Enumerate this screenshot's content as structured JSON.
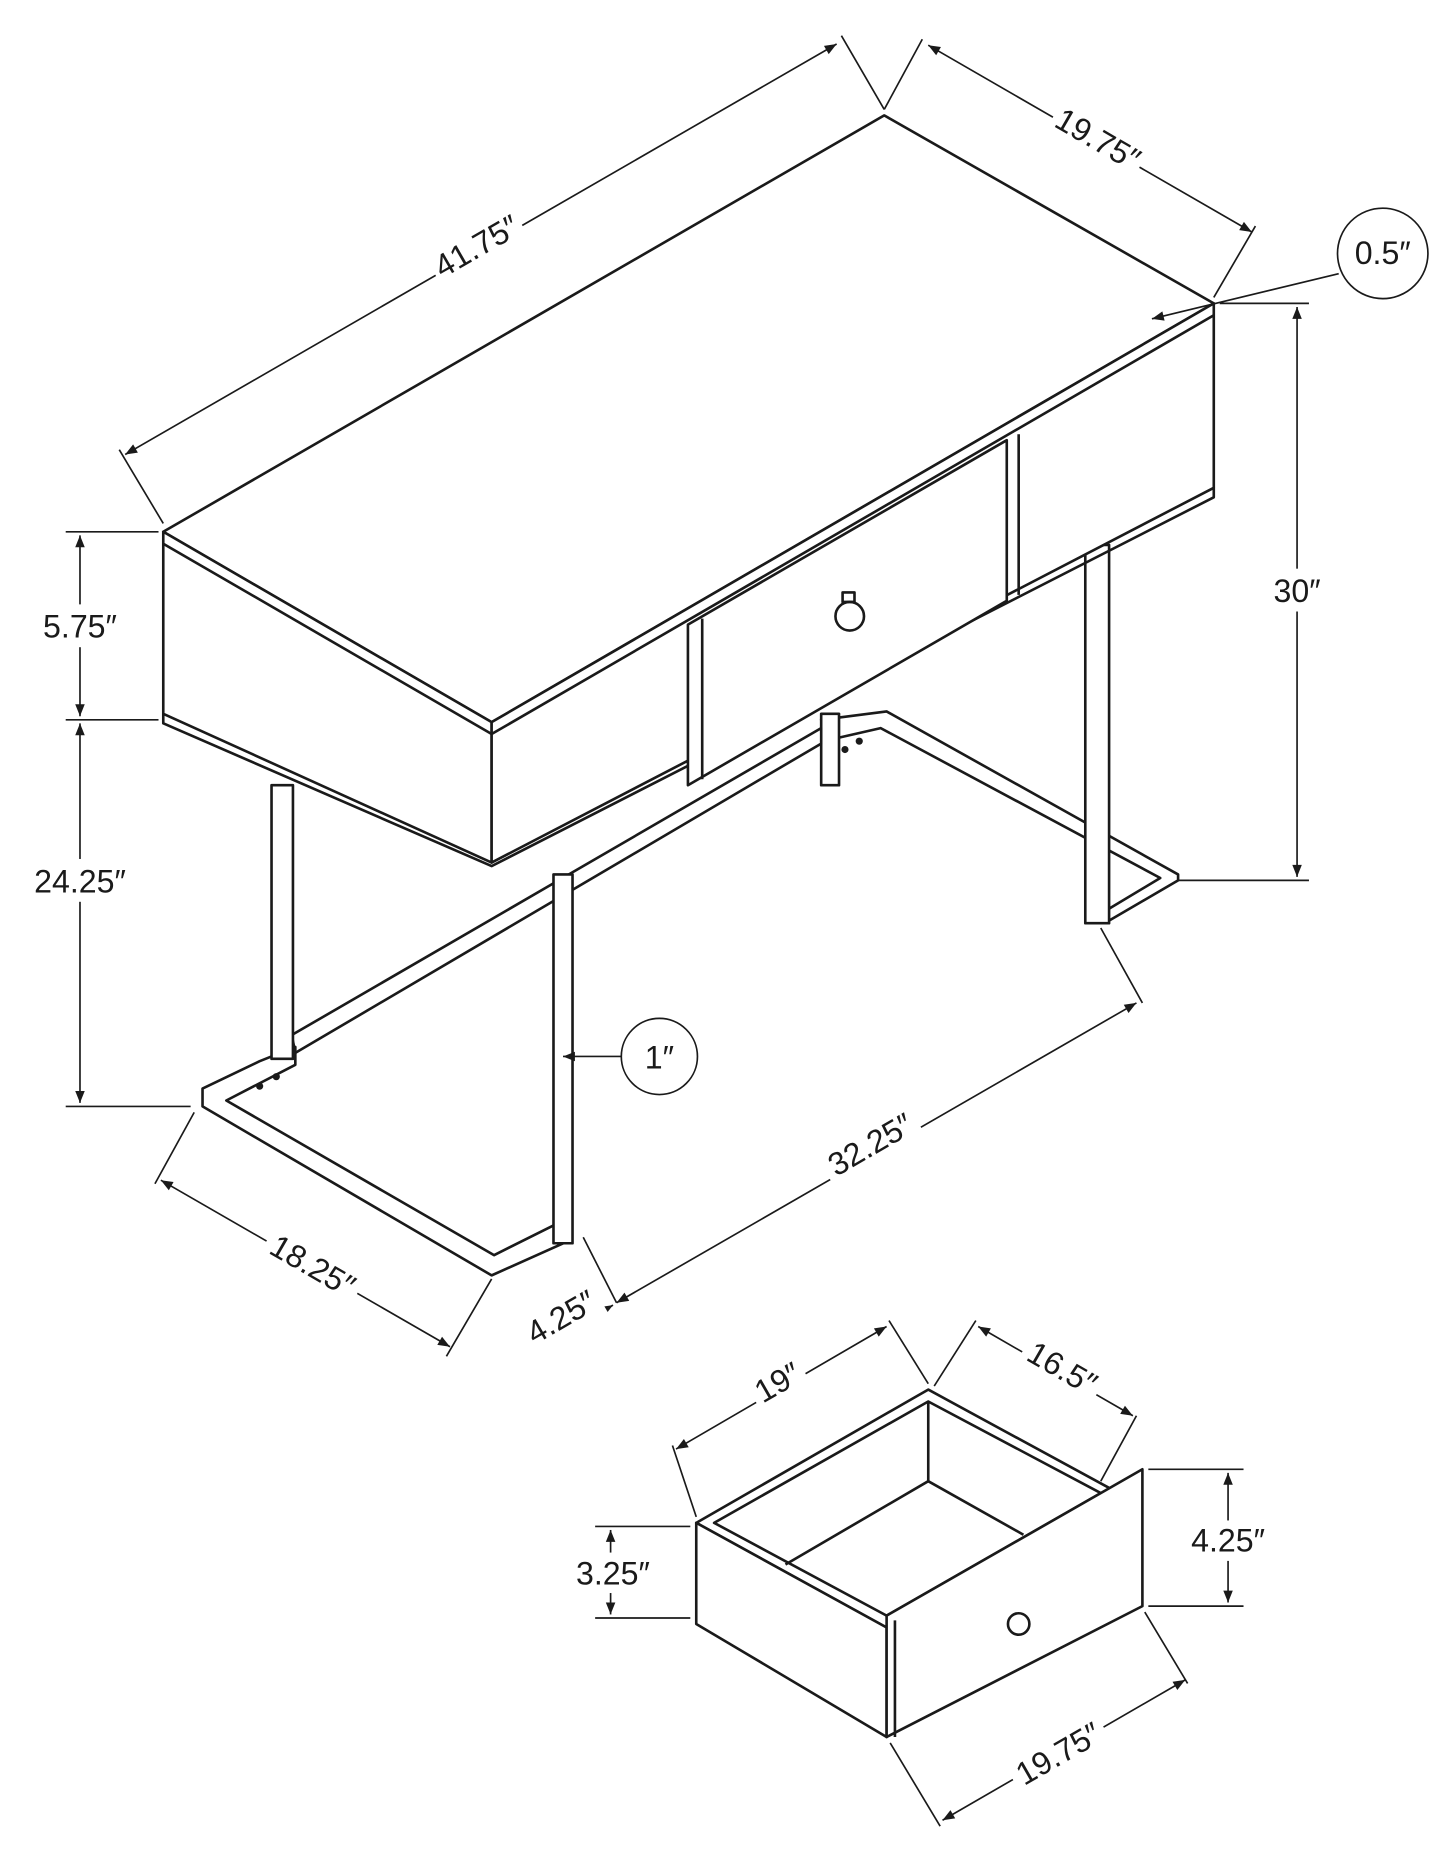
{
  "dimensions": {
    "table_length": "41.75″",
    "table_depth": "19.75″",
    "top_thickness": "0.5″",
    "table_height": "30″",
    "apron_height": "5.75″",
    "leg_clearance": "24.25″",
    "leg_thickness": "1″",
    "inner_leg_span": "32.25″",
    "base_depth": "18.25″",
    "leg_inset": "4.25″",
    "drawer_depth": "19″",
    "drawer_inner_width": "16.5″",
    "drawer_box_height": "3.25″",
    "drawer_front_height": "4.25″",
    "drawer_front_width": "19.75″"
  },
  "colors": {
    "line": "#1a1a1a",
    "background": "#ffffff"
  }
}
